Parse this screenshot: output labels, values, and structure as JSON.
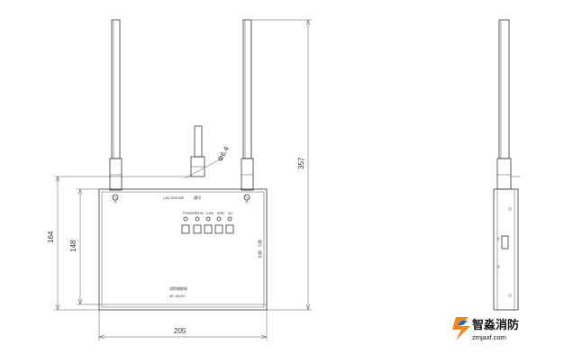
{
  "dimensions": {
    "height_overall": "357",
    "width": "205",
    "height_body": "164",
    "height_inner": "148",
    "diameter": "Φ6.4"
  },
  "device": {
    "model": "LAU-300-WF",
    "model_suffix": "通讯",
    "led_labels": [
      "POWER",
      "RUN",
      "LAN",
      "WiFi",
      "4G"
    ],
    "side_label_1": "复位",
    "side_label_2": "通讯",
    "brand": "消防物联网",
    "brand_code": "AF-WU01"
  },
  "watermark": {
    "name": "智淼消防",
    "url": "zmjaxf.com"
  },
  "colors": {
    "line": "#333333",
    "logo_orange": "#f08a1c",
    "logo_blue": "#1a6fc1"
  }
}
